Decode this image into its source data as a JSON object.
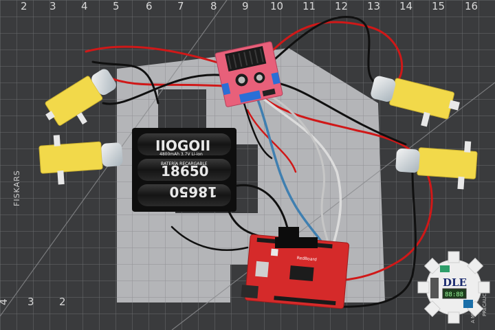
{
  "ruler": {
    "numbers": [
      "2",
      "3",
      "4",
      "5",
      "6",
      "7",
      "8",
      "9",
      "10",
      "11",
      "12",
      "13",
      "14",
      "15",
      "16"
    ],
    "side_numbers": [
      "4",
      "3",
      "2"
    ]
  },
  "mat": {
    "brand": "FISKARS",
    "corner_text": [
      "PRECAUCION",
      "A MISE"
    ]
  },
  "batteries": {
    "cells": [
      "IIOGOII",
      "18650",
      "18650"
    ],
    "sub_text": [
      "BATERÍA RECARGABLE",
      "4800mAh 3.7V Li-ion"
    ]
  },
  "arduino": {
    "label": "RedBoard"
  },
  "logo": {
    "text": "DLE",
    "display": "88:88"
  },
  "colors": {
    "mat_dark": "#3a3b3d",
    "mat_light": "#b4b5b8",
    "grid_line": "#6b6c6f",
    "motor_yellow": "#f2d94a",
    "driver_pink": "#e8607a",
    "arduino_red": "#d52a2a",
    "wire_red": "#d01818",
    "wire_black": "#101010",
    "wire_blue": "#3f7fb0",
    "wire_white": "#dcdcdc"
  }
}
